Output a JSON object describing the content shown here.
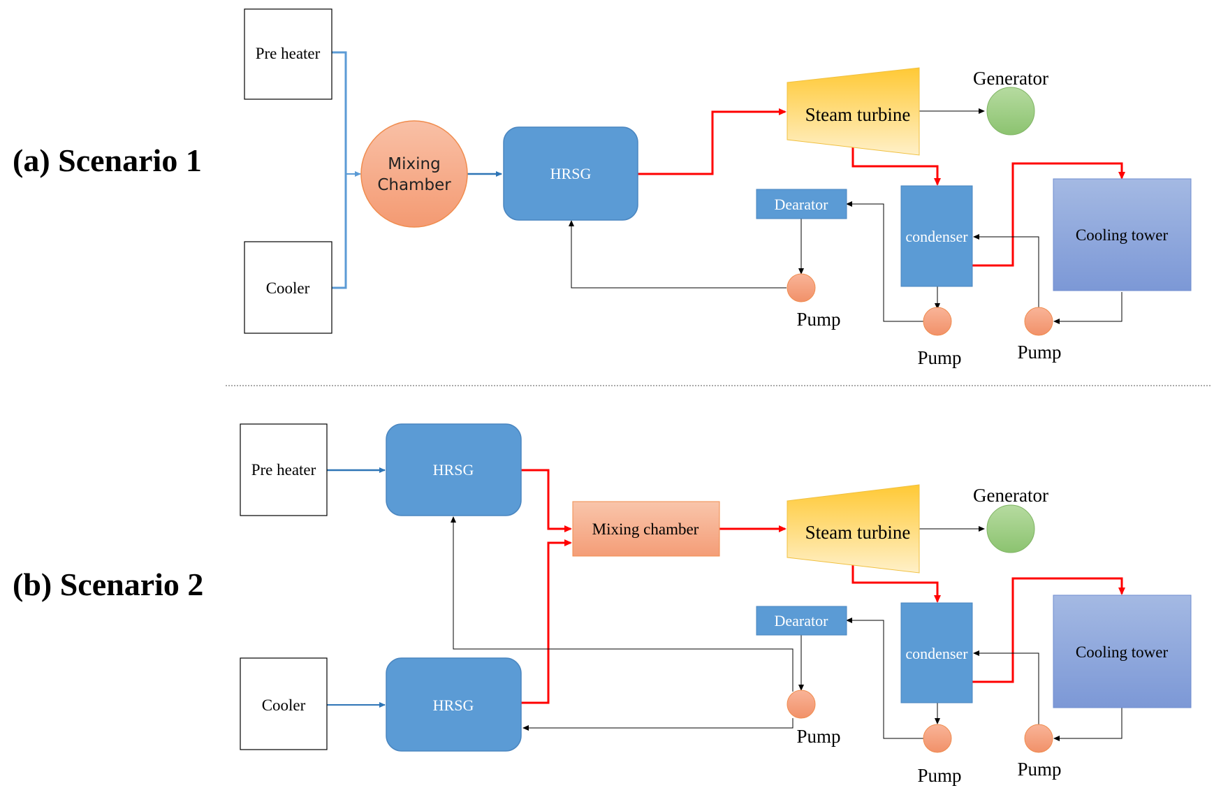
{
  "scenario1": {
    "label": "(a) Scenario 1",
    "pre_heater": "Pre heater",
    "cooler": "Cooler",
    "mixing_chamber_line1": "Mixing",
    "mixing_chamber_line2": "Chamber",
    "hrsg": "HRSG",
    "steam_turbine": "Steam turbine",
    "generator": "Generator",
    "dearator": "Dearator",
    "condenser": "condenser",
    "cooling_tower": "Cooling tower",
    "pump_dearator": "Pump",
    "pump_condenser": "Pump",
    "pump_tower": "Pump"
  },
  "scenario2": {
    "label": "(b) Scenario 2",
    "pre_heater": "Pre heater",
    "cooler": "Cooler",
    "hrsg_top": "HRSG",
    "hrsg_bottom": "HRSG",
    "mixing_chamber": "Mixing chamber",
    "steam_turbine": "Steam turbine",
    "generator": "Generator",
    "dearator": "Dearator",
    "condenser": "condenser",
    "cooling_tower": "Cooling tower",
    "pump_dearator": "Pump",
    "pump_condenser": "Pump",
    "pump_tower": "Pump"
  },
  "colors": {
    "hrsg_fill": "#5b9bd5",
    "hrsg_stroke": "#4a86c0",
    "mixing_fill": "#f4a582",
    "mixing_stroke": "#f08c4e",
    "turbine_fill": "#ffd166",
    "generator_fill": "#93c47d",
    "cooling_tower_fill": "#8faadc",
    "pump_fill": "#f4a582",
    "steam_line": "#ff0000",
    "water_line": "#2e75b6",
    "black_line": "#000000"
  }
}
